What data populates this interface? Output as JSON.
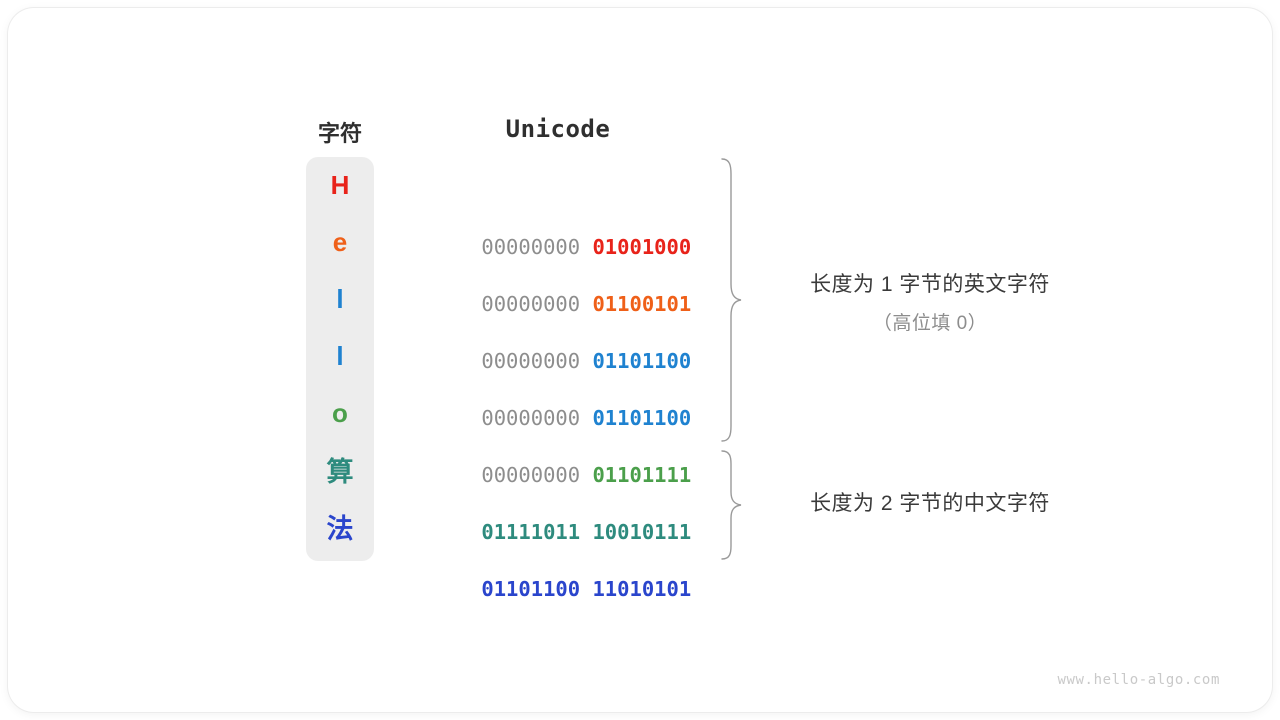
{
  "watermark": "www.hello-algo.com",
  "headers": {
    "character": "字符",
    "unicode": "Unicode"
  },
  "colors": {
    "red": "#e8231a",
    "orange": "#ef6019",
    "blue_light": "#1f82d0",
    "green": "#4b9f4b",
    "teal": "#2e8b7e",
    "blue_dark": "#2a45cc",
    "high_byte_gray": "#8d8d8d",
    "column_background": "#ededed",
    "label_text": "#3a3a3a",
    "label_sub_text": "#8d8d8d",
    "brace": "#9a9a9a",
    "watermark": "#c9c9c9"
  },
  "rows": [
    {
      "char": "H",
      "high": "00000000",
      "low": "01001000",
      "color": "#e8231a",
      "cjk": false
    },
    {
      "char": "e",
      "high": "00000000",
      "low": "01100101",
      "color": "#ef6019",
      "cjk": false
    },
    {
      "char": "l",
      "high": "00000000",
      "low": "01101100",
      "color": "#1f82d0",
      "cjk": false
    },
    {
      "char": "l",
      "high": "00000000",
      "low": "01101100",
      "color": "#1f82d0",
      "cjk": false
    },
    {
      "char": "o",
      "high": "00000000",
      "low": "01101111",
      "color": "#4b9f4b",
      "cjk": false
    },
    {
      "char": "算",
      "high": "01111011",
      "low": "10010111",
      "color": "#2e8b7e",
      "cjk": true
    },
    {
      "char": "法",
      "high": "01101100",
      "low": "11010101",
      "color": "#2a45cc",
      "cjk": true
    }
  ],
  "annotations": [
    {
      "line1": "长度为 1 字节的英文字符",
      "line2": "（高位填 0）"
    },
    {
      "line1": "长度为 2 字节的中文字符",
      "line2": ""
    }
  ],
  "chart_data": {
    "type": "table",
    "title": "Unicode 编码示例",
    "columns": [
      "字符",
      "Unicode"
    ],
    "rows": [
      [
        "H",
        "00000000 01001000"
      ],
      [
        "e",
        "00000000 01100101"
      ],
      [
        "l",
        "00000000 01101100"
      ],
      [
        "l",
        "00000000 01101100"
      ],
      [
        "o",
        "00000000 01101111"
      ],
      [
        "算",
        "01111011 10010111"
      ],
      [
        "法",
        "01101100 11010101"
      ]
    ],
    "groups": [
      {
        "label": "长度为 1 字节的英文字符（高位填 0）",
        "row_indices": [
          0,
          1,
          2,
          3,
          4
        ]
      },
      {
        "label": "长度为 2 字节的中文字符",
        "row_indices": [
          5,
          6
        ]
      }
    ]
  }
}
